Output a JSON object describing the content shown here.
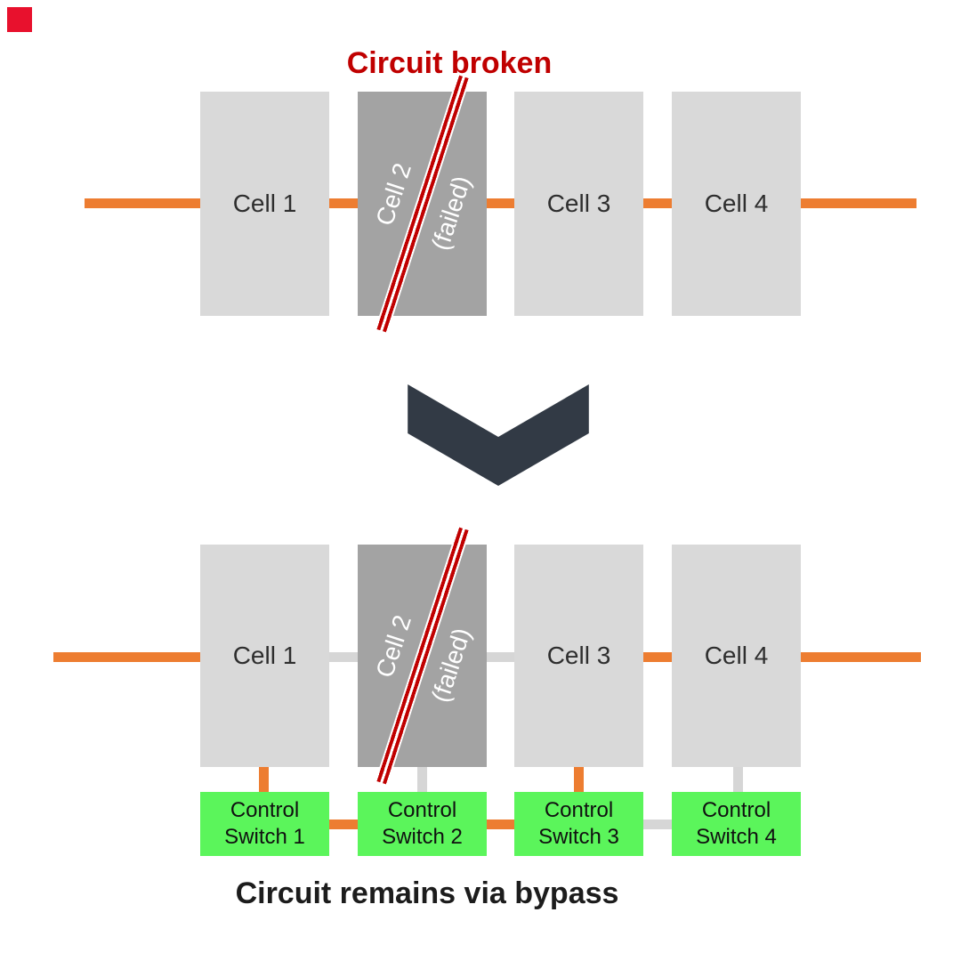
{
  "colors": {
    "wire_orange": "#ED7D31",
    "inactive_gray": "#D6D6D6",
    "cell_gray": "#D9D9D9",
    "failed_cell_gray": "#A3A3A3",
    "switch_green": "#5BF55B",
    "broken_red": "#C00000",
    "arrow_dark": "#323A45",
    "marker_red": "#E8112D"
  },
  "top_diagram": {
    "title": "Circuit broken",
    "cells": [
      {
        "label": "Cell 1"
      },
      {
        "label": "Cell 2",
        "status": "(failed)"
      },
      {
        "label": "Cell 3"
      },
      {
        "label": "Cell 4"
      }
    ]
  },
  "bottom_diagram": {
    "cells": [
      {
        "label": "Cell 1"
      },
      {
        "label": "Cell 2",
        "status": "(failed)"
      },
      {
        "label": "Cell 3"
      },
      {
        "label": "Cell 4"
      }
    ],
    "switches": [
      {
        "line1": "Control",
        "line2": "Switch 1"
      },
      {
        "line1": "Control",
        "line2": "Switch 2"
      },
      {
        "line1": "Control",
        "line2": "Switch 3"
      },
      {
        "line1": "Control",
        "line2": "Switch 4"
      }
    ],
    "caption": "Circuit remains via bypass"
  }
}
